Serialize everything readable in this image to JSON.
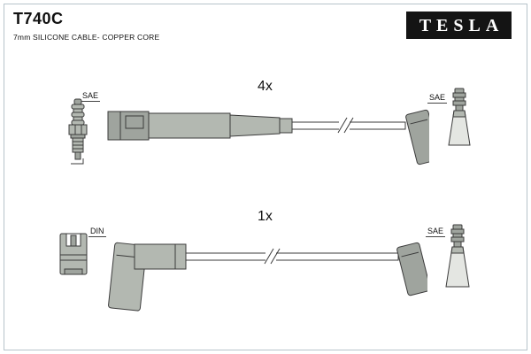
{
  "header": {
    "part_number": "T740C",
    "subtitle": "7mm SILICONE CABLE- COPPER CORE",
    "brand": "TESLA"
  },
  "sections": [
    {
      "quantity_label": "4x",
      "left_connector_label": "SAE",
      "right_connector_label": "SAE"
    },
    {
      "quantity_label": "1x",
      "left_connector_label": "DIN",
      "right_connector_label": "SAE"
    }
  ],
  "colors": {
    "frame_border": "#b7c3cb",
    "logo_background": "#141414",
    "logo_text": "#ffffff",
    "part_fill": "#b3b8b1",
    "part_fill_dark": "#9fa49e",
    "part_stroke": "#3b3b3b",
    "boot_cone_fill": "#e4e6e2"
  }
}
